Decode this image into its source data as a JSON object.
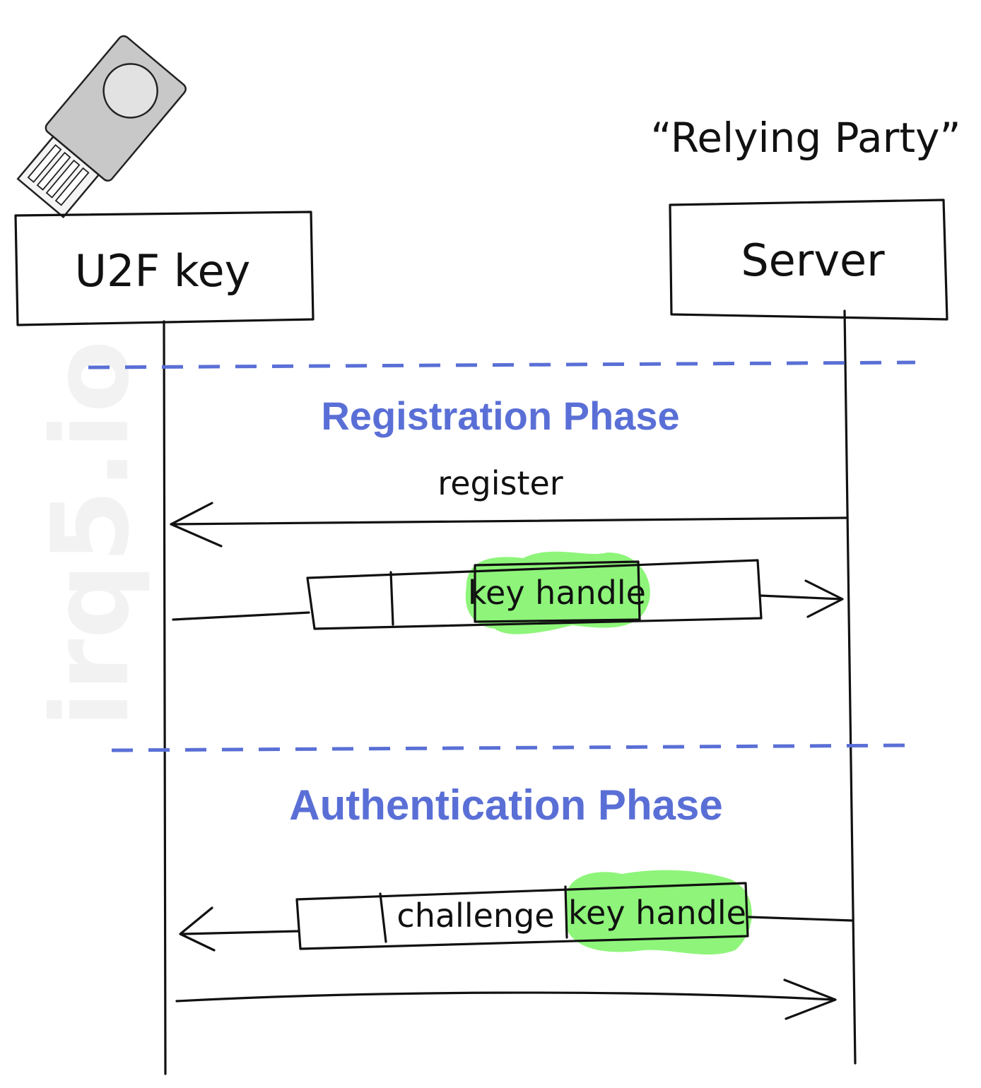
{
  "watermark": "irq5.io",
  "actors": {
    "left": {
      "label": "U2F key",
      "icon": "usb-security-key-icon"
    },
    "right": {
      "label": "Server",
      "caption": "“Relying Party”"
    }
  },
  "phases": {
    "registration": {
      "title": "Registration Phase",
      "request_label": "register",
      "response_field": "key handle"
    },
    "authentication": {
      "title": "Authentication Phase",
      "challenge_label": "challenge",
      "handle_label": "key handle"
    }
  },
  "colors": {
    "phase_text": "#5a6fd6",
    "divider": "#5a6fd6",
    "highlight": "#8ef57a",
    "ink": "#111111"
  }
}
